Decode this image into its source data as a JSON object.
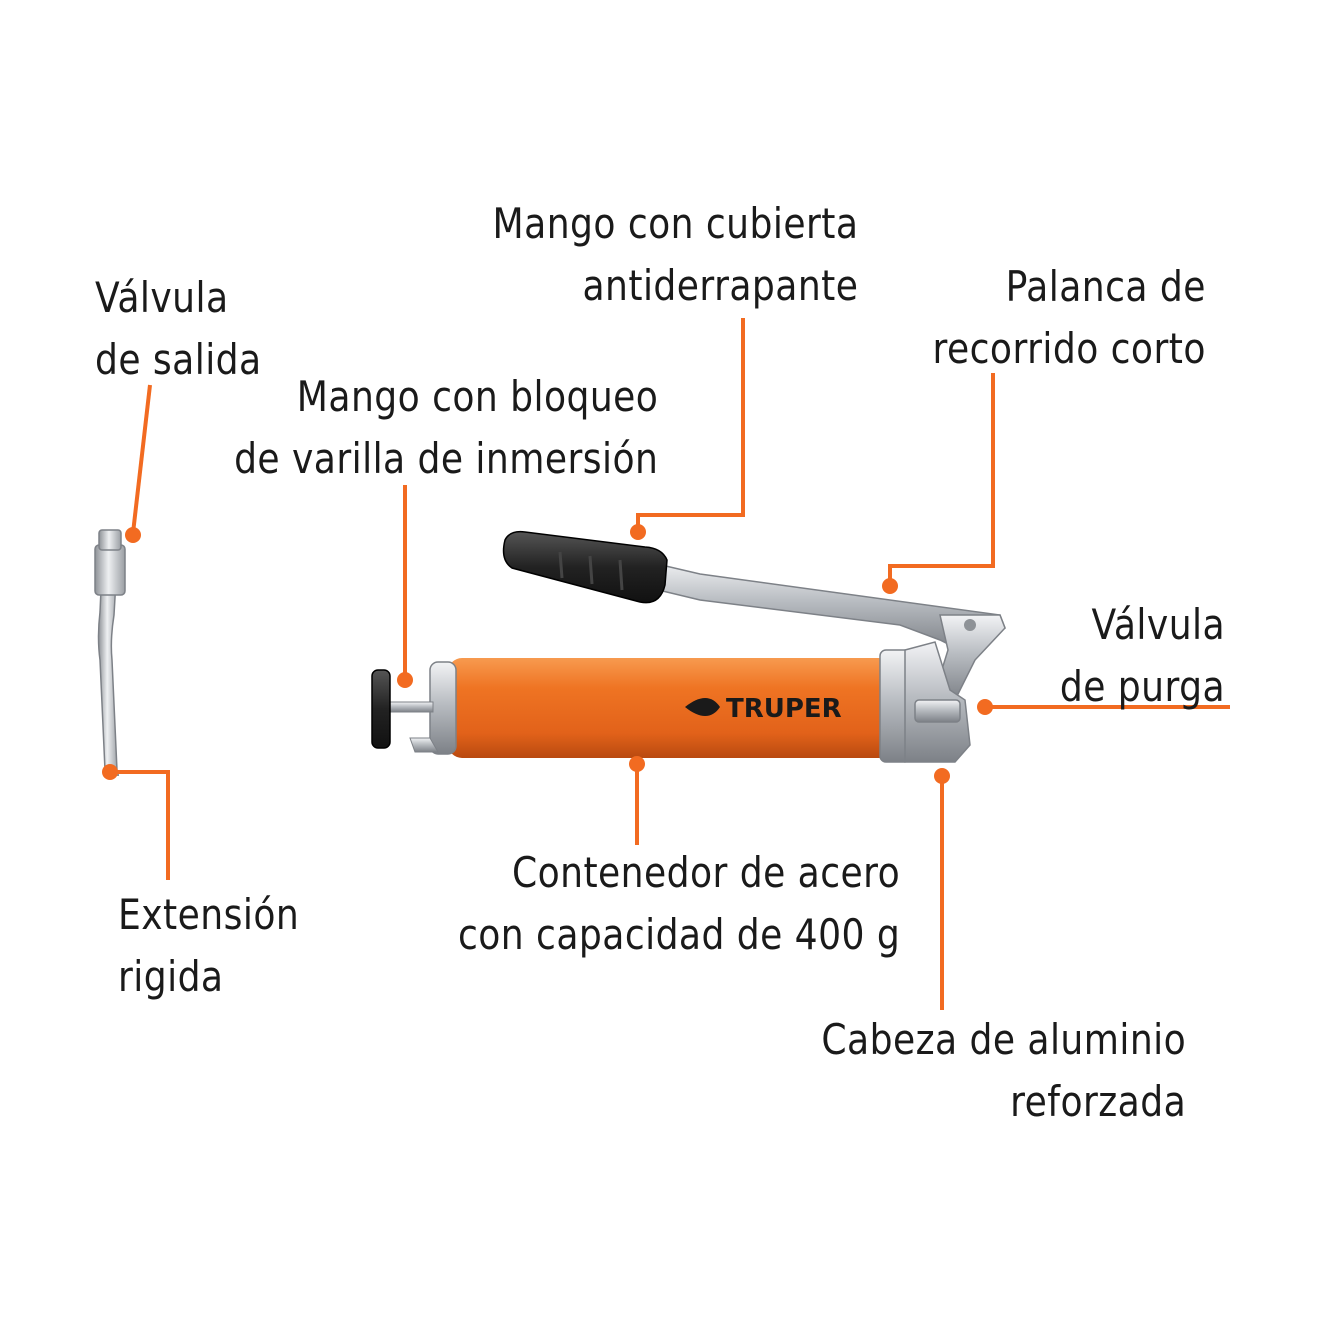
{
  "colors": {
    "accent": "#f26b21",
    "text": "#1a1a1a",
    "body": "#e8721f",
    "handle": "#2a2a2a",
    "metal": "#c9ccd0"
  },
  "brand": "TRUPER",
  "labels": {
    "valvula_salida": [
      "Válvula",
      "de salida"
    ],
    "mango_bloqueo": [
      "Mango con bloqueo",
      "de varilla de inmersión"
    ],
    "mango_cubierta": [
      "Mango con cubierta",
      "antiderrapante"
    ],
    "palanca": [
      "Palanca de",
      "recorrido corto"
    ],
    "valvula_purga": [
      "Válvula",
      "de purga"
    ],
    "extension": [
      "Extensión",
      "rigida"
    ],
    "contenedor": [
      "Contenedor de acero",
      "con capacidad de 400 g"
    ],
    "cabeza": [
      "Cabeza de aluminio",
      "reforzada"
    ]
  }
}
